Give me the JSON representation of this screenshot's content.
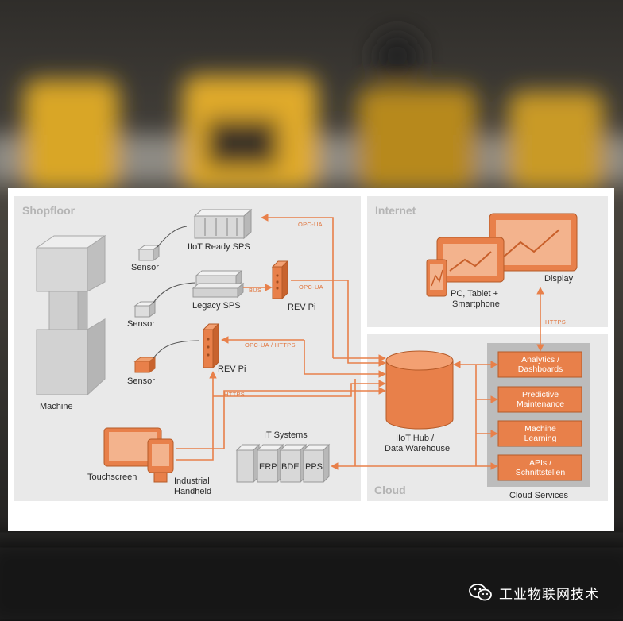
{
  "zones": {
    "shopfloor": "Shopfloor",
    "internet": "Internet",
    "cloud": "Cloud"
  },
  "labels": {
    "machine": "Machine",
    "sensor": "Sensor",
    "iiot_ready_sps": "IIoT Ready SPS",
    "legacy_sps": "Legacy SPS",
    "rev_pi": "REV Pi",
    "touchscreen": "Touchscreen",
    "industrial": "Industrial",
    "handheld": "Handheld",
    "it_systems": "IT Systems",
    "erp": "ERP",
    "bde": "BDE",
    "pps": "PPS",
    "iiot_hub": "IIoT Hub /",
    "data_warehouse": "Data Warehouse",
    "display": "Display",
    "pc_tablet": "PC, Tablet +",
    "smartphone": "Smartphone",
    "cloud_services": "Cloud Services"
  },
  "protocols": {
    "opc_ua": "OPC-UA",
    "bus": "BUS",
    "opc_ua_https": "OPC-UA / HTTPS",
    "https": "HTTPS"
  },
  "services": [
    {
      "line1": "Analytics /",
      "line2": "Dashboards"
    },
    {
      "line1": "Predictive",
      "line2": "Maintenance"
    },
    {
      "line1": "Machine",
      "line2": "Learning"
    },
    {
      "line1": "APIs /",
      "line2": "Schnittstellen"
    }
  ],
  "watermark": {
    "text": "工业物联网技术",
    "icon": "wechat-icon"
  },
  "colors": {
    "accent": "#e8804a",
    "accent_dark": "#c85f2a",
    "zone_bg": "#e9e9e9",
    "device_gray": "#d6d6d6",
    "services_bg": "#bcbcbc"
  }
}
